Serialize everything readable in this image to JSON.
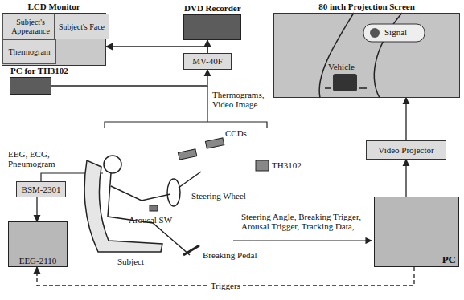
{
  "diagram": {
    "nodes": [
      {
        "text": [
          "LCD Monitor"
        ]
      },
      {
        "text": [
          "Subject's Appearance"
        ],
        "in": 0
      },
      {
        "text": [
          "Subject's Face"
        ],
        "in": 0
      },
      {
        "text": [
          "Thermogram"
        ],
        "in": 0
      },
      {
        "text": [
          "DVD Recorder"
        ]
      },
      {
        "text": [
          "MV-40F"
        ]
      },
      {
        "text": [
          "PC for TH3102"
        ]
      },
      {
        "text": [
          "80 inch Projection Screen"
        ]
      },
      {
        "text": [
          "Video Projector"
        ]
      },
      {
        "text": [
          "PC"
        ]
      },
      {
        "text": [
          "BSM-2301"
        ]
      },
      {
        "text": [
          "EEG-2110"
        ]
      }
    ],
    "edges": [
      {
        "from": 5,
        "to": 4,
        "arrow": "to"
      },
      {
        "from": 5,
        "to": 0,
        "arrow": "to"
      },
      {
        "from": 6,
        "to": 5,
        "arrow": "to"
      },
      {
        "from": 10,
        "to": 11,
        "arrow": "to"
      },
      {
        "from": 9,
        "to": 11,
        "label": "Triggers",
        "arrow": "to"
      },
      {
        "from": 9,
        "to": 8,
        "arrow": "to"
      },
      {
        "from": 8,
        "to": 7,
        "arrow": "to"
      }
    ],
    "labels": [
      "EEG, ECG, Pneumogram",
      "Thermograms, Video Image",
      "CCDs",
      "TH3102",
      "Steering Wheel",
      "Arousal SW",
      "Subject",
      "Breaking Pedal",
      "Steering Angle, Breaking Trigger, Arousal Trigger, Tracking Data,",
      "Signal",
      "Vehicle"
    ]
  }
}
